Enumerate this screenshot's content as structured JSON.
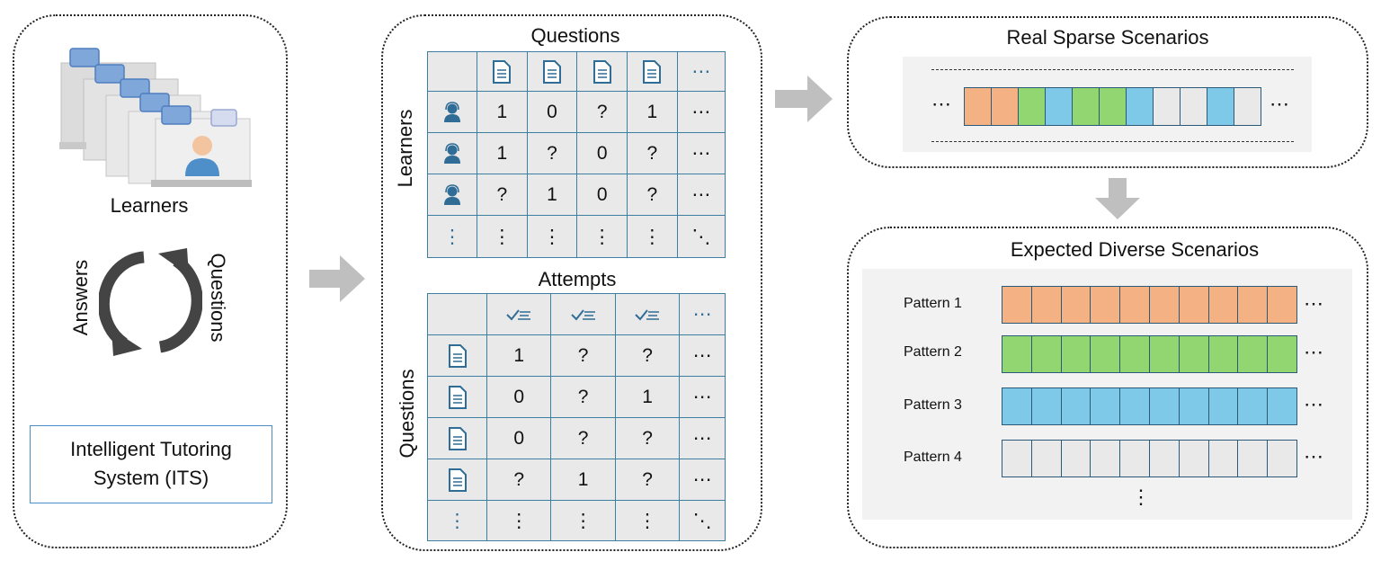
{
  "left_panel": {
    "learners_label": "Learners",
    "answers_label": "Answers",
    "questions_label": "Questions",
    "its_label_line1": "Intelligent Tutoring",
    "its_label_line2": "System (ITS)"
  },
  "learner_question_matrix": {
    "title": "Questions",
    "row_axis_label": "Learners",
    "rows": [
      [
        "1",
        "0",
        "?",
        "1",
        "⋯"
      ],
      [
        "1",
        "?",
        "0",
        "?",
        "⋯"
      ],
      [
        "?",
        "1",
        "0",
        "?",
        "⋯"
      ],
      [
        "⋮",
        "⋮",
        "⋮",
        "⋮",
        "⋱"
      ]
    ],
    "header_more": "⋯",
    "row_more": "⋮"
  },
  "question_attempt_matrix": {
    "title": "Attempts",
    "row_axis_label": "Questions",
    "rows": [
      [
        "1",
        "?",
        "?",
        "⋯"
      ],
      [
        "0",
        "?",
        "1",
        "⋯"
      ],
      [
        "0",
        "?",
        "?",
        "⋯"
      ],
      [
        "?",
        "1",
        "?",
        "⋯"
      ],
      [
        "⋮",
        "⋮",
        "⋮",
        "⋱"
      ]
    ],
    "header_more": "⋯",
    "row_more": "⋮"
  },
  "sparse_panel": {
    "title": "Real Sparse Scenarios",
    "left_ellipsis": "⋯",
    "right_ellipsis": "⋯",
    "cell_colors": [
      "#f4b183",
      "#f4b183",
      "#92d672",
      "#7ec8e8",
      "#92d672",
      "#92d672",
      "#7ec8e8",
      "#e9e9e9",
      "#e9e9e9",
      "#7ec8e8",
      "#e9e9e9"
    ]
  },
  "diverse_panel": {
    "title": "Expected Diverse Scenarios",
    "patterns": [
      {
        "label": "Pattern 1",
        "color": "#f4b183",
        "ellipsis": "⋯"
      },
      {
        "label": "Pattern 2",
        "color": "#92d672",
        "ellipsis": "⋯"
      },
      {
        "label": "Pattern 3",
        "color": "#7ec8e8",
        "ellipsis": "⋯"
      },
      {
        "label": "Pattern 4",
        "color": "#e9e9e9",
        "ellipsis": "⋯"
      }
    ],
    "more": "⋮"
  },
  "colors": {
    "grid_border": "#3c7fa3",
    "arrow": "#bfbfbf",
    "icon_blue": "#2f6d96"
  }
}
